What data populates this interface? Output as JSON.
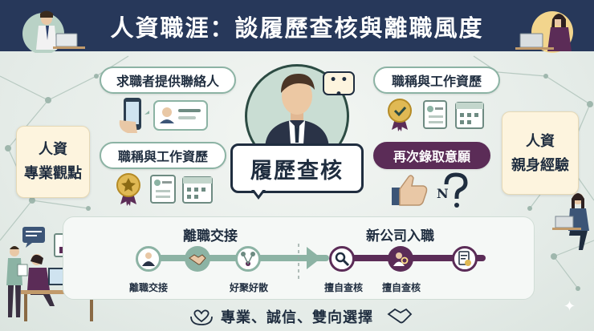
{
  "title": "人資職涯：談履歷查核與離職風度",
  "center": {
    "sign": "履歷查核",
    "bubble": "• • •"
  },
  "pills": {
    "top_left": "求職者提供聯絡人",
    "mid_left": "職稱與工作資歷",
    "top_right": "職稱與工作資歷",
    "mid_right": "再次錄取意願"
  },
  "side": {
    "left": [
      "人資",
      "專業觀點"
    ],
    "right": [
      "人資",
      "親身經驗"
    ]
  },
  "flow": {
    "left_title": "離職交接",
    "right_title": "新公司入職",
    "left_labels": [
      "離職交接",
      "好聚好散"
    ],
    "right_labels": [
      "擅自查核",
      "擅自查核"
    ]
  },
  "footer": "專業、誠信、雙向選擇",
  "colors": {
    "navy": "#27385a",
    "teal": "#8cb3a4",
    "plum": "#5b2c57",
    "cream": "#fdf4de",
    "ink": "#1f2d3f"
  }
}
